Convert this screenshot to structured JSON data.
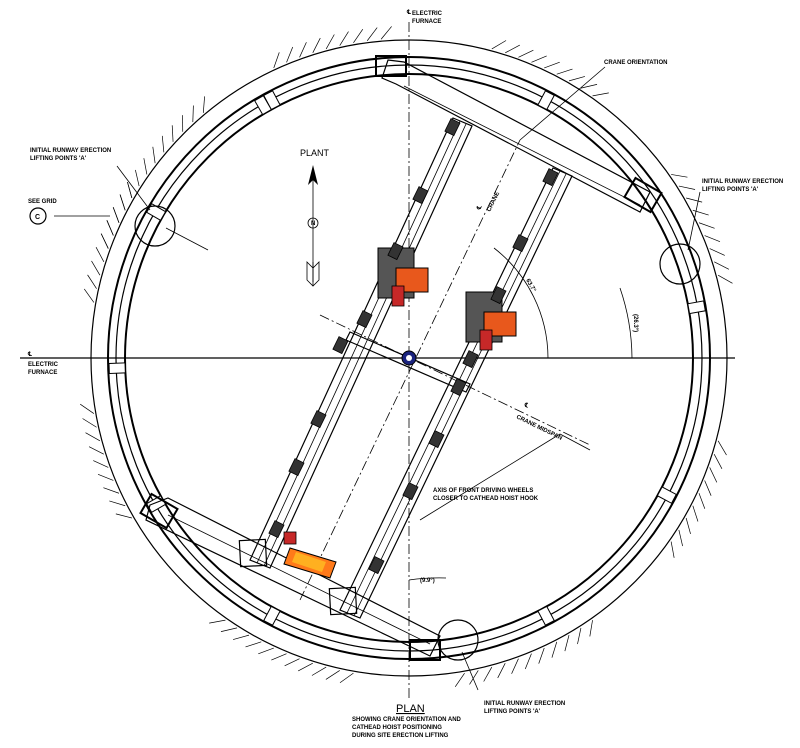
{
  "labels": {
    "furnace_top": "ELECTRIC\nFURNACE",
    "furnace_left": "ELECTRIC\nFURNACE",
    "crane_orientation": "CRANE ORIENTATION",
    "runway_left": "INITIAL RUNWAY ERECTION\nLIFTING POINTS 'A'",
    "runway_right": "INITIAL RUNWAY ERECTION\nLIFTING POINTS 'A'",
    "runway_bottom": "INITIAL RUNWAY ERECTION\nLIFTING POINTS 'A'",
    "crane_cl": "CRANE",
    "crane_midspan": "CRANE MIDSPAN",
    "angle": "63.7°",
    "angle_right": "(26.3°)",
    "angle_bottom": "(9.9°)",
    "front_wheels": "AXIS OF FRONT DRIVING WHEELS\nCLOSER TO CATHEAD HOIST HOOK",
    "north": "PLANT",
    "north_letter": "N",
    "grid_ref_top": "SEE GRID",
    "grid_ref_letter": "C",
    "plan_title": "PLAN",
    "plan_sub": "SHOWING CRANE ORIENTATION AND\nCATHEAD HOIST POSITIONING\nDURING SITE ERECTION LIFTING",
    "cl_symbol": "℄"
  },
  "colors": {
    "line": "#000000",
    "trolley_orange": "#e8581c",
    "trolley_red": "#c62828",
    "hoist_orange": "#ff7a1a",
    "hoist_yellow": "#ffb020",
    "center_blue": "#1a237e"
  }
}
